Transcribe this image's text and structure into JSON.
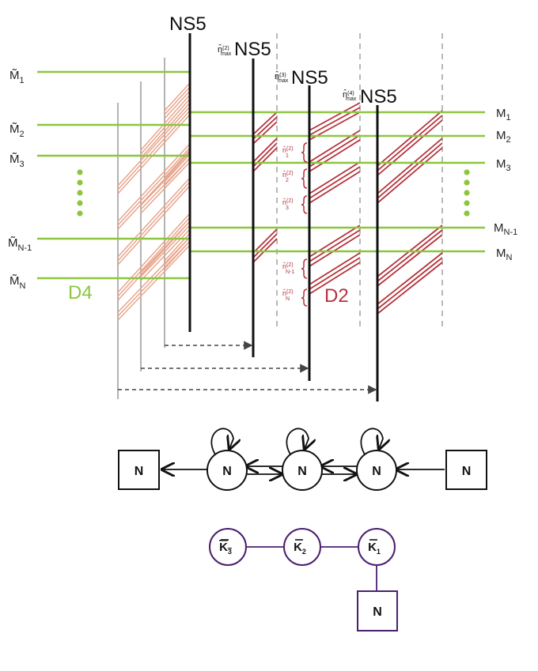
{
  "brane_labels": {
    "ns5_1": "NS5",
    "ns5_2": "NS5",
    "ns5_3": "NS5",
    "ns5_4": "NS5",
    "nmax_2": "n̂",
    "nmax_2_sup": "(2)",
    "nmax_2_sub": "max",
    "nmax_3": "n̂",
    "nmax_3_sup": "(3)",
    "nmax_3_sub": "max",
    "nmax_4": "n̂",
    "nmax_4_sup": "(4)",
    "nmax_4_sub": "max"
  },
  "left_labels": [
    {
      "main": "M̃",
      "sub": "1"
    },
    {
      "main": "M̃",
      "sub": "2"
    },
    {
      "main": "M̃",
      "sub": "3"
    },
    {
      "main": "M̃",
      "sub": "N-1"
    },
    {
      "main": "M̃",
      "sub": "N"
    }
  ],
  "right_labels": [
    {
      "main": "M",
      "sub": "1"
    },
    {
      "main": "M",
      "sub": "2"
    },
    {
      "main": "M",
      "sub": "3"
    },
    {
      "main": "M",
      "sub": "N-1"
    },
    {
      "main": "M",
      "sub": "N"
    }
  ],
  "n_labels": [
    {
      "main": "n̂",
      "sup": "(2)",
      "sub": "1"
    },
    {
      "main": "n̂",
      "sup": "(2)",
      "sub": "2"
    },
    {
      "main": "n̂",
      "sup": "(2)",
      "sub": "3"
    },
    {
      "main": "n̂",
      "sup": "(2)",
      "sub": "N-1"
    },
    {
      "main": "n̂",
      "sup": "(2)",
      "sub": "N"
    }
  ],
  "d4_label": "D4",
  "d2_label": "D2",
  "quiver1": {
    "left_box": "N",
    "nodes": [
      "N",
      "N",
      "N"
    ],
    "right_box": "N"
  },
  "quiver2": {
    "nodes": [
      {
        "main": "K",
        "sub": "3"
      },
      {
        "main": "K",
        "sub": "2"
      },
      {
        "main": "K",
        "sub": "1"
      }
    ],
    "box": "N"
  },
  "colors": {
    "green": "#8cc63f",
    "red": "#b5323b",
    "salmon": "#e8a58c",
    "purple": "#4b1f6f",
    "black": "#111111",
    "gray": "#999999"
  }
}
